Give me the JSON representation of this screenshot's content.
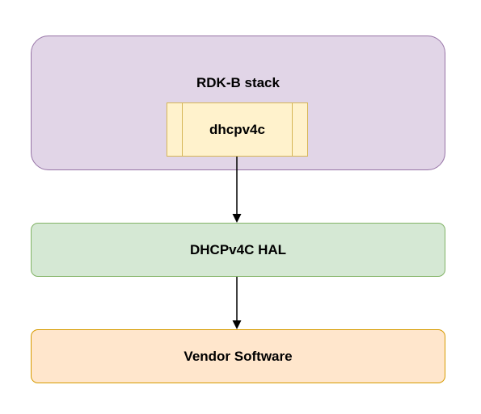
{
  "diagram": {
    "stack": {
      "label": "RDK-B stack",
      "fill": "#e1d5e7",
      "stroke": "#9673a6"
    },
    "component": {
      "label": "dhcpv4c",
      "fill": "#fff2cc",
      "stroke": "#d6b656"
    },
    "hal": {
      "label": "DHCPv4C HAL",
      "fill": "#d5e8d4",
      "stroke": "#82b366"
    },
    "vendor": {
      "label": "Vendor Software",
      "fill": "#ffe6cc",
      "stroke": "#d79b00"
    },
    "edges": [
      {
        "from": "dhcpv4c",
        "to": "DHCPv4C HAL"
      },
      {
        "from": "DHCPv4C HAL",
        "to": "Vendor Software"
      }
    ]
  }
}
